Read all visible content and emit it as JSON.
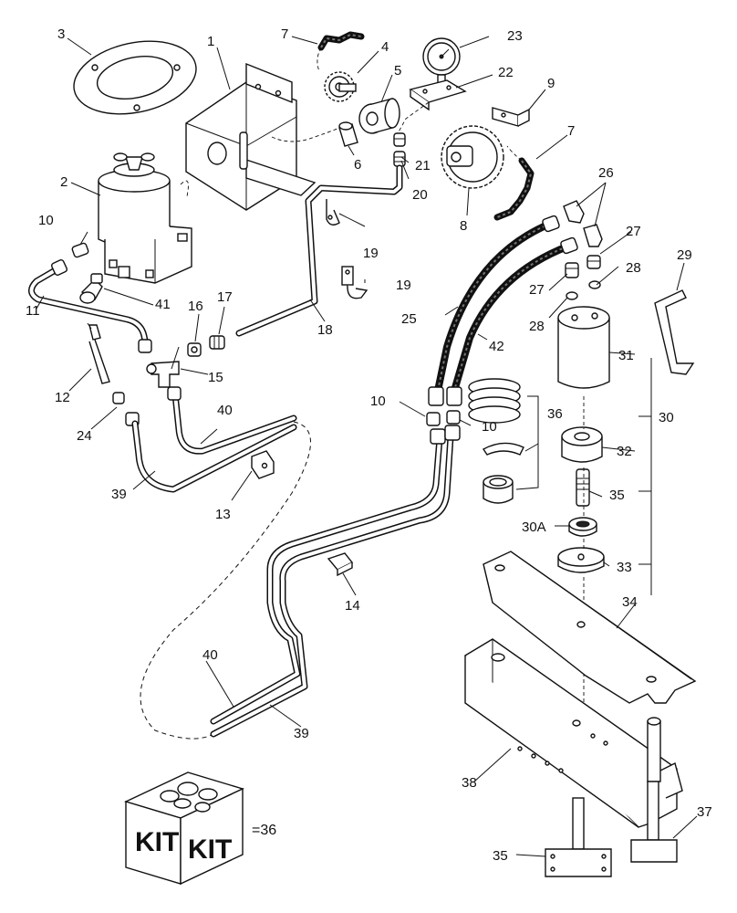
{
  "callouts": {
    "c1": "1",
    "c2": "2",
    "c3": "3",
    "c4": "4",
    "c5": "5",
    "c6": "6",
    "c7a": "7",
    "c7b": "7",
    "c8": "8",
    "c9": "9",
    "c10a": "10",
    "c10b": "10",
    "c10c": "10",
    "c11": "11",
    "c12": "12",
    "c13": "13",
    "c14": "14",
    "c15": "15",
    "c16": "16",
    "c17": "17",
    "c18": "18",
    "c19a": "19",
    "c19b": "19",
    "c20": "20",
    "c21": "21",
    "c22": "22",
    "c23": "23",
    "c24": "24",
    "c25": "25",
    "c26": "26",
    "c27a": "27",
    "c27b": "27",
    "c28a": "28",
    "c28b": "28",
    "c29": "29",
    "c30": "30",
    "c30a": "30A",
    "c31": "31",
    "c32": "32",
    "c33": "33",
    "c34": "34",
    "c35a": "35",
    "c35b": "35",
    "c36": "36",
    "c37": "37",
    "c38": "38",
    "c39a": "39",
    "c39b": "39",
    "c40a": "40",
    "c40b": "40",
    "c41": "41",
    "c42": "42"
  },
  "kit_box": {
    "label_left": "KIT",
    "label_right": "KIT",
    "equals": "=36"
  }
}
